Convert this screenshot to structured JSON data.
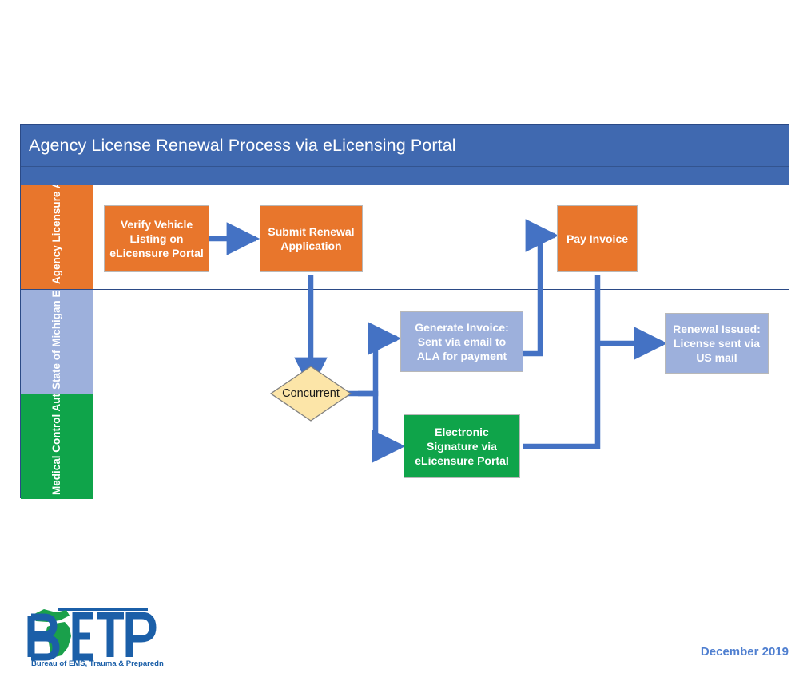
{
  "header": {
    "title": "Agency License Renewal Process via eLicensing Portal",
    "band_color": "#4069b0"
  },
  "lanes": [
    {
      "id": "ala",
      "label": "Agency Licensure Administrator (ALA)",
      "color": "#e8762c"
    },
    {
      "id": "som",
      "label": "State of Michigan EMS (SOM)",
      "color": "#9db0dc"
    },
    {
      "id": "mca",
      "label": "Medical Control Authority (MCA)",
      "color": "#0fa44a"
    }
  ],
  "nodes": [
    {
      "id": "verify-vehicle-listing",
      "label": "Verify Vehicle Listing on eLicensure Portal",
      "lane": "ala",
      "shape": "process",
      "color": "#e8762c"
    },
    {
      "id": "submit-renewal-application",
      "label": "Submit Renewal Application",
      "lane": "ala",
      "shape": "process",
      "color": "#e8762c"
    },
    {
      "id": "pay-invoice",
      "label": "Pay Invoice",
      "lane": "ala",
      "shape": "process",
      "color": "#e8762c"
    },
    {
      "id": "concurrent-decision",
      "label": "Concurrent",
      "lane": "som",
      "shape": "diamond",
      "color": "#fce5a8"
    },
    {
      "id": "generate-invoice",
      "label": "Generate Invoice: Sent via email to ALA for payment",
      "lane": "som",
      "shape": "process",
      "color": "#9db0dc"
    },
    {
      "id": "renewal-issued",
      "label": "Renewal Issued: License sent via US mail",
      "lane": "som",
      "shape": "process",
      "color": "#9db0dc"
    },
    {
      "id": "electronic-signature",
      "label": "Electronic Signature via eLicensure Portal",
      "lane": "mca",
      "shape": "process",
      "color": "#0fa44a"
    }
  ],
  "edges": [
    {
      "from": "verify-vehicle-listing",
      "to": "submit-renewal-application"
    },
    {
      "from": "submit-renewal-application",
      "to": "concurrent-decision"
    },
    {
      "from": "concurrent-decision",
      "to": "generate-invoice"
    },
    {
      "from": "concurrent-decision",
      "to": "electronic-signature"
    },
    {
      "from": "generate-invoice",
      "to": "pay-invoice"
    },
    {
      "from": "pay-invoice",
      "to": "renewal-issued"
    },
    {
      "from": "electronic-signature",
      "to": "renewal-issued"
    }
  ],
  "footer": {
    "logo_text": "BETP",
    "logo_subtitle": "Bureau of EMS, Trauma & Preparedness",
    "date": "December 2019",
    "date_color": "#4f7fd0"
  },
  "palette": {
    "connector": "#4472c4",
    "lane_border": "#2b4a86",
    "diamond_fill": "#fce5a8",
    "diamond_border": "#808080"
  }
}
